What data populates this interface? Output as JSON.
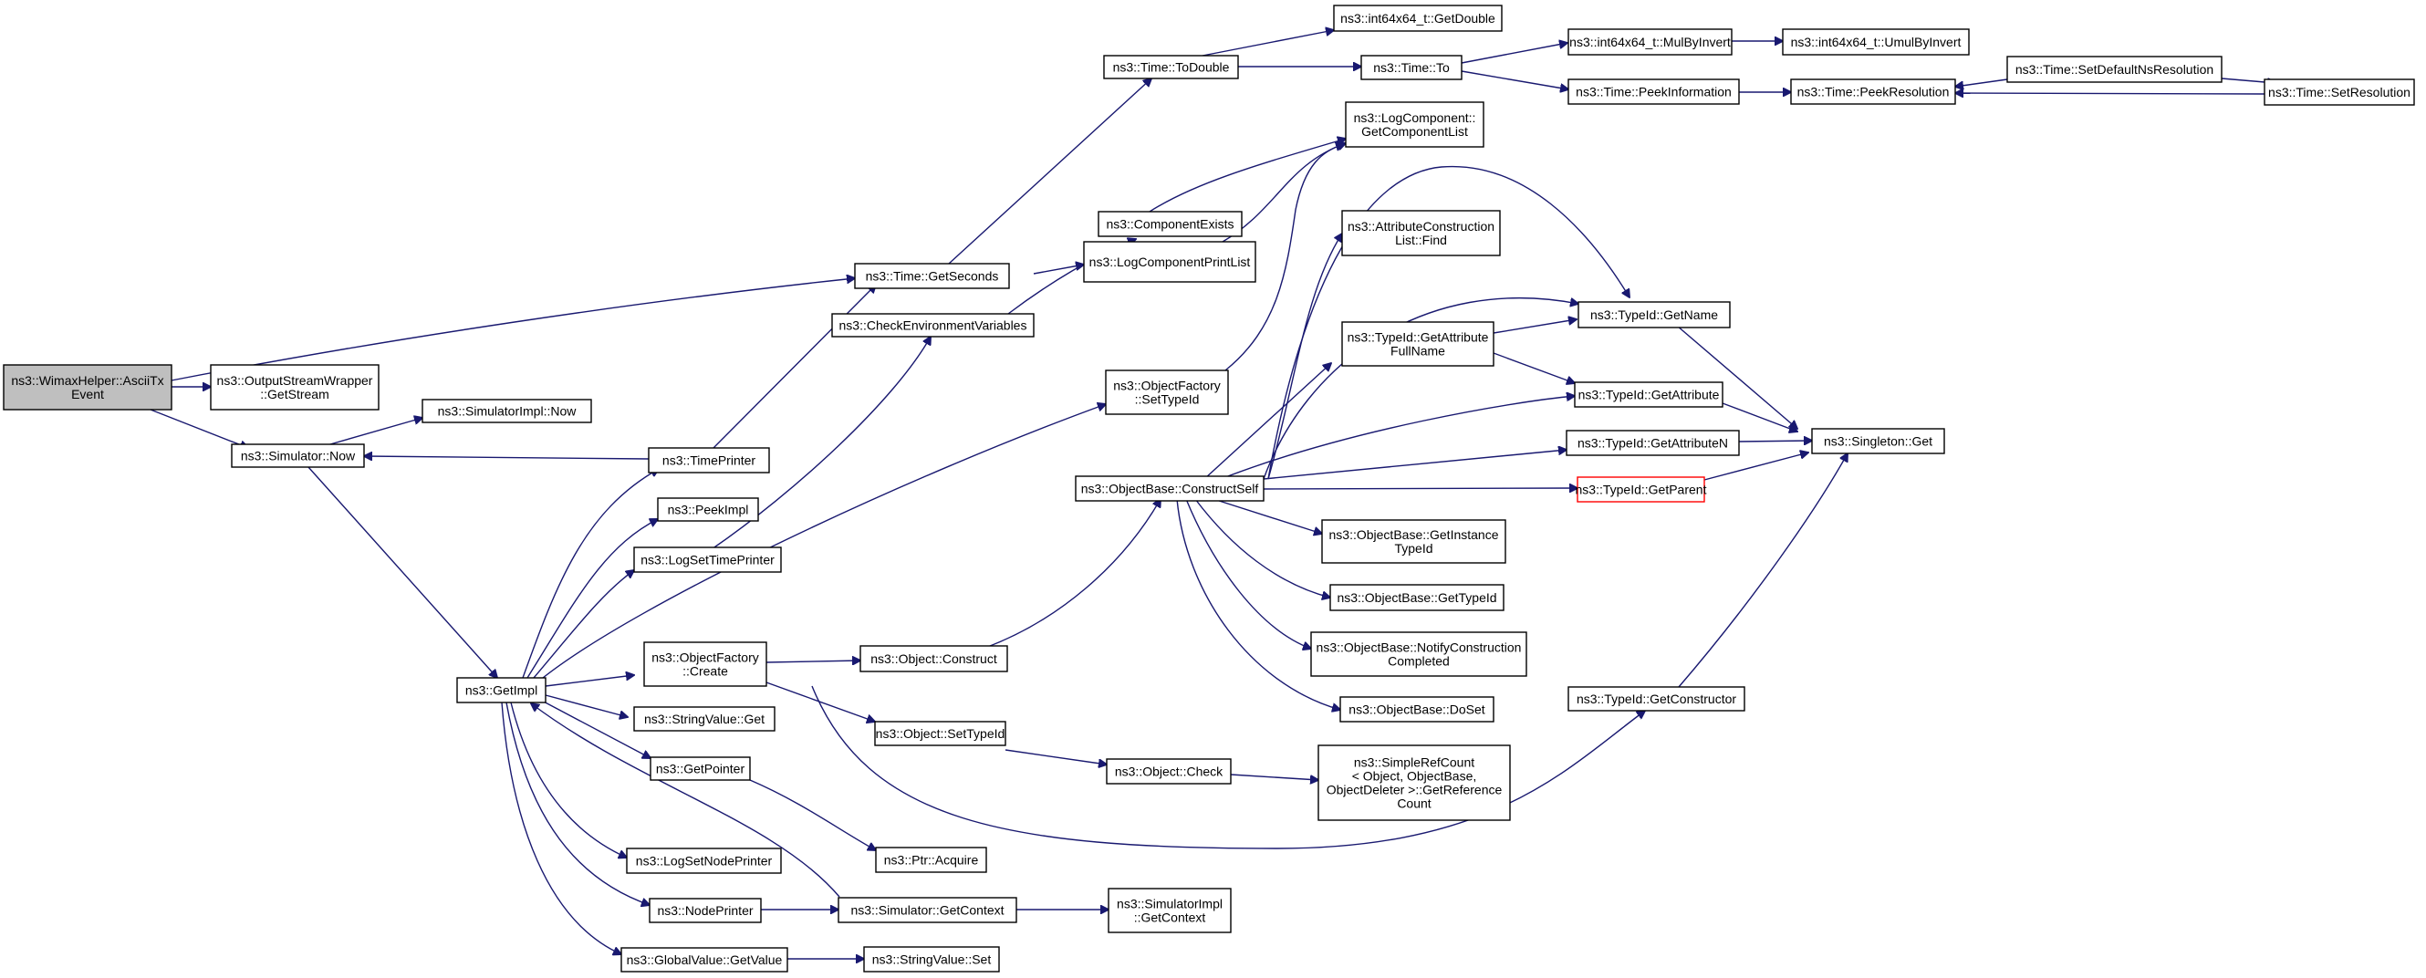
{
  "colors": {
    "edge": "#191970",
    "node_border": "#000000",
    "node_border_highlight": "#ff0000",
    "root_fill": "#bfbfbf",
    "node_fill": "#ffffff",
    "background": "#ffffff"
  },
  "nodes": [
    {
      "id": "wimax_ascii_tx",
      "lines": [
        "ns3::WimaxHelper::AsciiTx",
        "Event"
      ],
      "root": true
    },
    {
      "id": "ows_getstream",
      "lines": [
        "ns3::OutputStreamWrapper",
        "::GetStream"
      ]
    },
    {
      "id": "sim_now",
      "lines": [
        "ns3::Simulator::Now"
      ]
    },
    {
      "id": "simimpl_now",
      "lines": [
        "ns3::SimulatorImpl::Now"
      ]
    },
    {
      "id": "getimpl",
      "lines": [
        "ns3::GetImpl"
      ]
    },
    {
      "id": "time_getseconds",
      "lines": [
        "ns3::Time::GetSeconds"
      ]
    },
    {
      "id": "check_env",
      "lines": [
        "ns3::CheckEnvironmentVariables"
      ]
    },
    {
      "id": "timeprinter",
      "lines": [
        "ns3::TimePrinter"
      ]
    },
    {
      "id": "peekimpl",
      "lines": [
        "ns3::PeekImpl"
      ]
    },
    {
      "id": "logsettimeprinter",
      "lines": [
        "ns3::LogSetTimePrinter"
      ]
    },
    {
      "id": "of_create",
      "lines": [
        "ns3::ObjectFactory",
        "::Create"
      ]
    },
    {
      "id": "stringvalue_get",
      "lines": [
        "ns3::StringValue::Get"
      ]
    },
    {
      "id": "getpointer",
      "lines": [
        "ns3::GetPointer"
      ]
    },
    {
      "id": "logsetnodeprinter",
      "lines": [
        "ns3::LogSetNodePrinter"
      ]
    },
    {
      "id": "nodeprinter",
      "lines": [
        "ns3::NodePrinter"
      ]
    },
    {
      "id": "globalvalue_getvalue",
      "lines": [
        "ns3::GlobalValue::GetValue"
      ]
    },
    {
      "id": "time_todouble",
      "lines": [
        "ns3::Time::ToDouble"
      ]
    },
    {
      "id": "componentexists",
      "lines": [
        "ns3::ComponentExists"
      ]
    },
    {
      "id": "logcomponentprintlist",
      "lines": [
        "ns3::LogComponentPrintList"
      ]
    },
    {
      "id": "of_settypeid",
      "lines": [
        "ns3::ObjectFactory",
        "::SetTypeId"
      ]
    },
    {
      "id": "ob_constructself",
      "lines": [
        "ns3::ObjectBase::ConstructSelf"
      ]
    },
    {
      "id": "object_construct",
      "lines": [
        "ns3::Object::Construct"
      ]
    },
    {
      "id": "object_settypeid",
      "lines": [
        "ns3::Object::SetTypeId"
      ]
    },
    {
      "id": "ptr_acquire",
      "lines": [
        "ns3::Ptr::Acquire"
      ]
    },
    {
      "id": "sim_getcontext",
      "lines": [
        "ns3::Simulator::GetContext"
      ]
    },
    {
      "id": "stringvalue_set",
      "lines": [
        "ns3::StringValue::Set"
      ]
    },
    {
      "id": "int64_getdouble",
      "lines": [
        "ns3::int64x64_t::GetDouble"
      ]
    },
    {
      "id": "time_to",
      "lines": [
        "ns3::Time::To"
      ]
    },
    {
      "id": "logcomponent_getlist",
      "lines": [
        "ns3::LogComponent::",
        "GetComponentList"
      ]
    },
    {
      "id": "acl_find",
      "lines": [
        "ns3::AttributeConstruction",
        "List::Find"
      ]
    },
    {
      "id": "typeid_getattrfullname",
      "lines": [
        "ns3::TypeId::GetAttribute",
        "FullName"
      ]
    },
    {
      "id": "ob_getinstancetypeid",
      "lines": [
        "ns3::ObjectBase::GetInstance",
        "TypeId"
      ]
    },
    {
      "id": "ob_gettypeid",
      "lines": [
        "ns3::ObjectBase::GetTypeId"
      ],
      "highlight": true
    },
    {
      "id": "ob_notifyconstruction",
      "lines": [
        "ns3::ObjectBase::NotifyConstruction",
        "Completed"
      ]
    },
    {
      "id": "ob_doset",
      "lines": [
        "ns3::ObjectBase::DoSet"
      ]
    },
    {
      "id": "object_check",
      "lines": [
        "ns3::Object::Check"
      ]
    },
    {
      "id": "simplerefcount",
      "lines": [
        "ns3::SimpleRefCount",
        "< Object, ObjectBase,",
        "ObjectDeleter >::GetReference",
        "Count"
      ]
    },
    {
      "id": "simimpl_getcontext",
      "lines": [
        "ns3::SimulatorImpl",
        "::GetContext"
      ]
    },
    {
      "id": "int64_mulbyinvert",
      "lines": [
        "ns3::int64x64_t::MulByInvert"
      ]
    },
    {
      "id": "time_peekinformation",
      "lines": [
        "ns3::Time::PeekInformation"
      ]
    },
    {
      "id": "typeid_getname",
      "lines": [
        "ns3::TypeId::GetName"
      ]
    },
    {
      "id": "typeid_getattribute",
      "lines": [
        "ns3::TypeId::GetAttribute"
      ]
    },
    {
      "id": "typeid_getattributen",
      "lines": [
        "ns3::TypeId::GetAttributeN"
      ]
    },
    {
      "id": "typeid_getparent",
      "lines": [
        "ns3::TypeId::GetParent"
      ],
      "highlight": true
    },
    {
      "id": "typeid_getconstructor",
      "lines": [
        "ns3::TypeId::GetConstructor"
      ]
    },
    {
      "id": "int64_umulbyinvert",
      "lines": [
        "ns3::int64x64_t::UmulByInvert"
      ]
    },
    {
      "id": "time_peekresolution",
      "lines": [
        "ns3::Time::PeekResolution"
      ]
    },
    {
      "id": "singleton_get",
      "lines": [
        "ns3::Singleton::Get"
      ]
    },
    {
      "id": "time_setdefaultnsres",
      "lines": [
        "ns3::Time::SetDefaultNsResolution"
      ]
    },
    {
      "id": "time_setresolution",
      "lines": [
        "ns3::Time::SetResolution"
      ]
    }
  ]
}
